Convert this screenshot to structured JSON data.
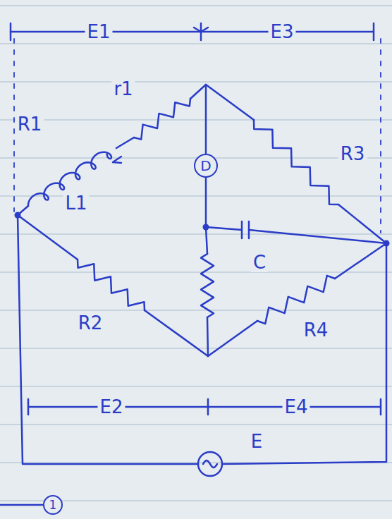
{
  "diagram": {
    "nodes": [
      {
        "text": [
          "D"
        ]
      },
      {
        "text": [
          "1"
        ]
      }
    ],
    "labels": [
      "E1",
      "E3",
      "r1",
      "R1",
      "L1",
      "R3",
      "C",
      "R2",
      "R4",
      "E2",
      "E4",
      "E"
    ]
  }
}
